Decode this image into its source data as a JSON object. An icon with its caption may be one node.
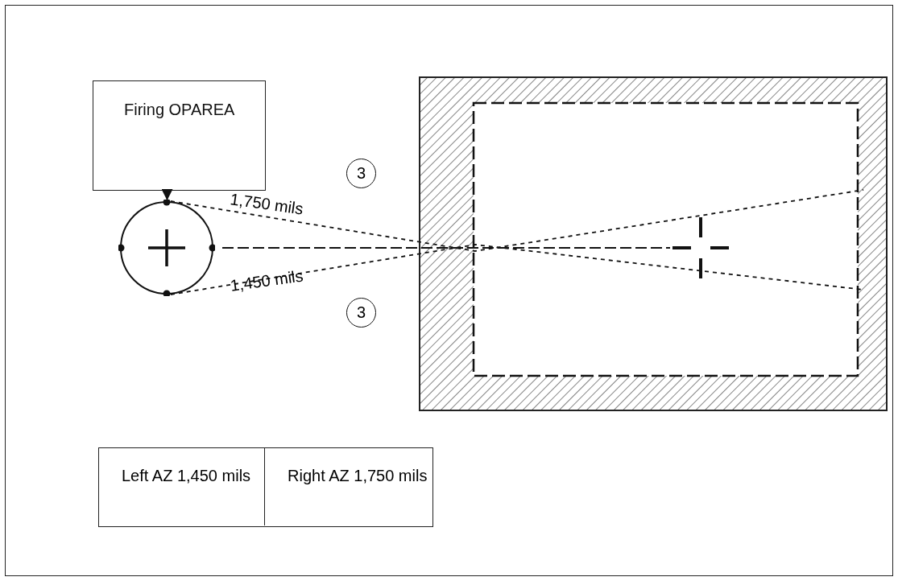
{
  "diagram": {
    "nodes": [
      {
        "text": [
          "Firing OPAREA"
        ]
      },
      {
        "text": [],
        "shape": "circle"
      },
      {
        "text": [],
        "shape": "box"
      }
    ],
    "edges": [
      {
        "from": 0,
        "to": 1,
        "arrow": "to"
      }
    ],
    "labels": [
      "3",
      "1,750 mils",
      "1,450 mils",
      "3",
      "Left AZ 1,450 mils",
      "Right AZ 1,750 mils"
    ]
  }
}
